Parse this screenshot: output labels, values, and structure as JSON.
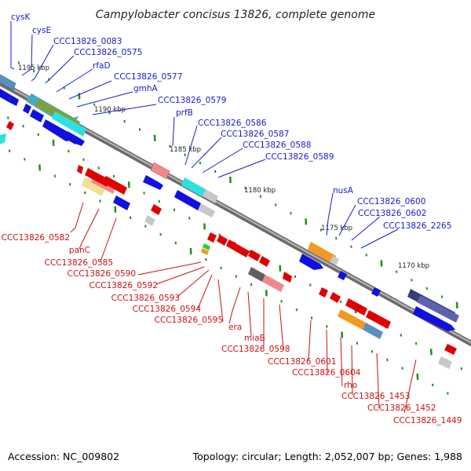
{
  "title": "Campylobacter concisus 13826, complete genome",
  "footer": {
    "accession": "Accession: NC_009802",
    "topology": "Topology: circular; Length: 2,052,007 bp; Genes: 1,988"
  },
  "colors": {
    "forward_label": "#1a1acc",
    "reverse_label": "#cc1111",
    "forward_gene": "#1010e0",
    "reverse_gene": "#e00000",
    "backbone": "#888888",
    "tick": "#1f8f1f"
  },
  "kbp_labels": [
    {
      "text": "1195 kbp",
      "kbp": 1195
    },
    {
      "text": "1190 kbp",
      "kbp": 1190
    },
    {
      "text": "1185 kbp",
      "kbp": 1185
    },
    {
      "text": "1180 kbp",
      "kbp": 1180
    },
    {
      "text": "1175 kbp",
      "kbp": 1175
    },
    {
      "text": "1170 kbp",
      "kbp": 1170
    }
  ],
  "top_labels": [
    "cysK",
    "cysE",
    "CCC13826_0083",
    "CCC13826_0575",
    "rfaD",
    "CCC13826_0577",
    "gmhA",
    "CCC13826_0579",
    "prfB",
    "CCC13826_0586",
    "CCC13826_0587",
    "CCC13826_0588",
    "CCC13826_0589",
    "nusA",
    "CCC13826_0600",
    "CCC13826_0602",
    "CCC13826_2265"
  ],
  "bottom_labels": [
    "CCC13826_0582",
    "panC",
    "CCC13826_0585",
    "CCC13826_0590",
    "CCC13826_0592",
    "CCC13826_0593",
    "CCC13826_0594",
    "CCC13826_0595",
    "era",
    "miaB",
    "CCC13826_0598",
    "CCC13826_0601",
    "CCC13826_0604",
    "rho",
    "CCC13826_1453",
    "CCC13826_1452",
    "CCC13826_1449"
  ]
}
